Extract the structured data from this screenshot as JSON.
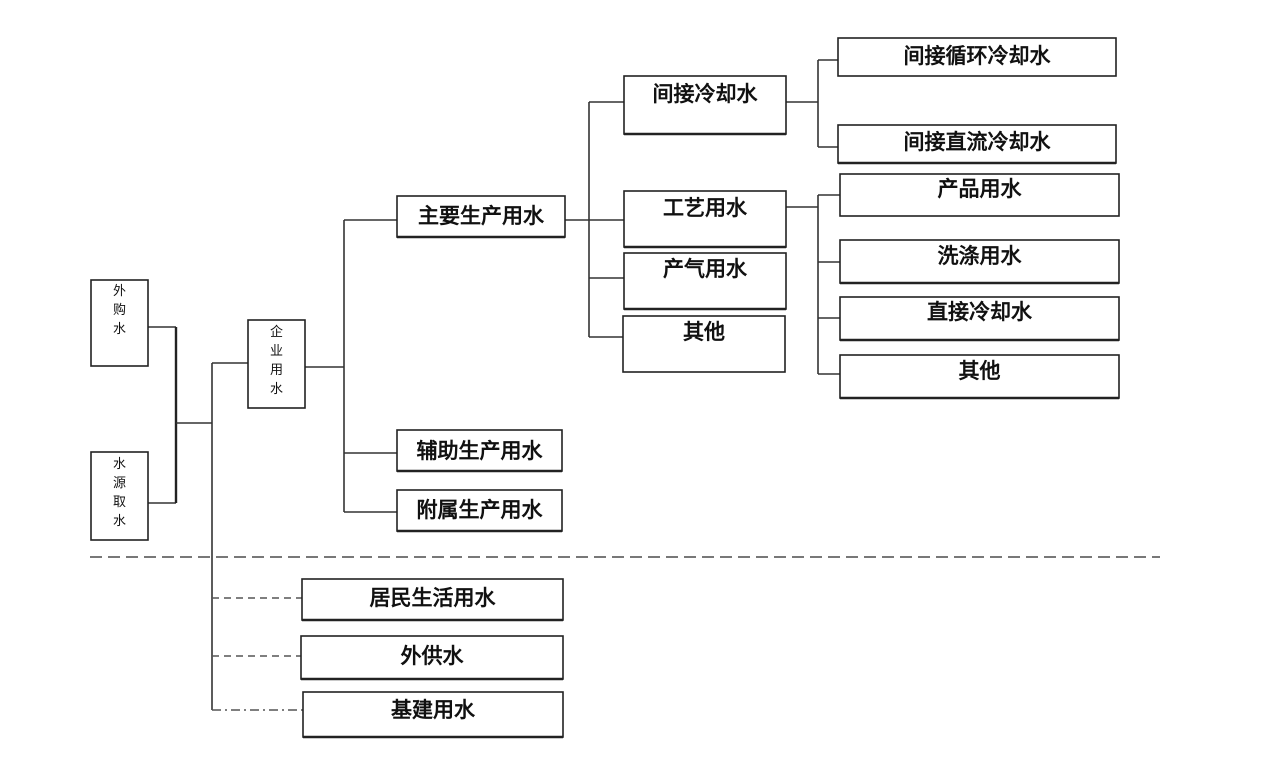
{
  "nodes": {
    "waigou": [
      "外",
      "购",
      "水"
    ],
    "shuiyuan": [
      "水",
      "源",
      "取",
      "水"
    ],
    "qiye": [
      "企",
      "业",
      "用",
      "水"
    ],
    "zhuyao": "主要生产用水",
    "fuzhu": "辅助生产用水",
    "fushu": "附属生产用水",
    "jianjie_lengque": "间接冷却水",
    "gongyi": "工艺用水",
    "chanqi": "产气用水",
    "qita1": "其他",
    "jianjie_xunhuan": "间接循环冷却水",
    "jianjie_zhiliu": "间接直流冷却水",
    "chanpin": "产品用水",
    "xidi": "洗涤用水",
    "zhijie_lengque": "直接冷却水",
    "qita2": "其他",
    "jumin": "居民生活用水",
    "waigong": "外供水",
    "jijian": "基建用水"
  }
}
